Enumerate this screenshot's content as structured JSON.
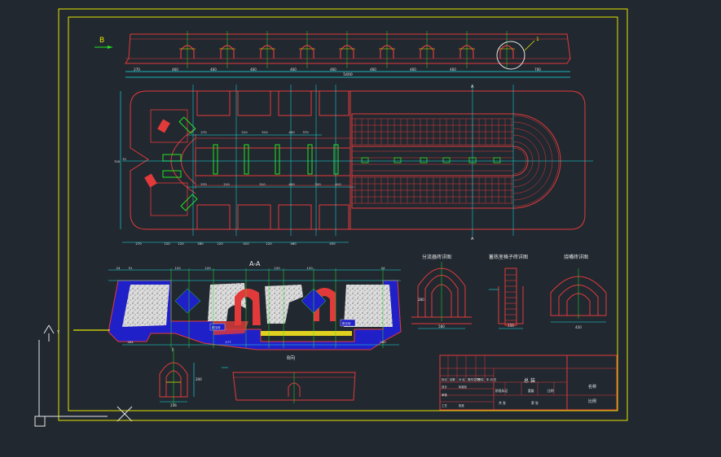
{
  "view_labels": {
    "section_b": "B",
    "section_aa": "A-A",
    "marker_a_top": "A",
    "marker_a_bottom": "A",
    "callout_1": "1",
    "detail_1": "I",
    "view_b": "B向"
  },
  "top_strip_dims": [
    "270",
    "460",
    "460",
    "460",
    "460",
    "460",
    "460",
    "460",
    "460",
    "700"
  ],
  "top_strip_total": "5400",
  "plan_top_dims": [
    "270",
    "210",
    "510",
    "400",
    "370"
  ],
  "plan_mid_dims": [
    "570",
    "210",
    "510",
    "400",
    "320",
    "410"
  ],
  "plan_bottom_dims": [
    "270",
    "120",
    "120",
    "280",
    "120",
    "410",
    "120",
    "460",
    "430"
  ],
  "plan_left_dims": [
    "700",
    "70"
  ],
  "section_labels": {
    "left_box": "刚玉砖",
    "right_box": "刚玉砖"
  },
  "section_dims_top": [
    "24",
    "51",
    "120",
    "120",
    "120",
    "120",
    "24"
  ],
  "section_dims_bottom": [
    "264",
    "277",
    "260"
  ],
  "detail_titles": {
    "d1": "分流器砖详图",
    "d2": "蓄热室格子砖详图",
    "d3": "烧嘴砖详图"
  },
  "detail_dims": {
    "d1_width": "580",
    "d1_height": "280",
    "d2_width": "150",
    "d3_width": "420",
    "i_width": "236",
    "i_height": "200"
  },
  "title_block": {
    "drawing_title": "总 装",
    "name_label": "名称",
    "scale_label": "比例",
    "rows": [
      [
        "标记",
        "处数",
        "分 区",
        "更改文件号",
        "签 名",
        "年.月.日"
      ],
      [
        "设计",
        "",
        "标准化",
        "",
        "",
        ""
      ],
      [
        "审核",
        "",
        "",
        "",
        "",
        ""
      ],
      [
        "工艺",
        "",
        "批准",
        "",
        "",
        ""
      ]
    ],
    "stage_labels": [
      "阶段标记",
      "重量",
      "比例"
    ],
    "sheet_labels": [
      "共 张",
      "第 张"
    ]
  },
  "ucs": {
    "y_label": "Y"
  },
  "colors": {
    "background": "#212830",
    "border": "#e6e600",
    "outline": "#e23a3a",
    "dimension": "#19e6e6",
    "centerline": "#22e622",
    "section_fill": "#2020c8",
    "insulation": "#e0e0e0",
    "accent": "#e0d020",
    "text": "#e6e6e6"
  }
}
